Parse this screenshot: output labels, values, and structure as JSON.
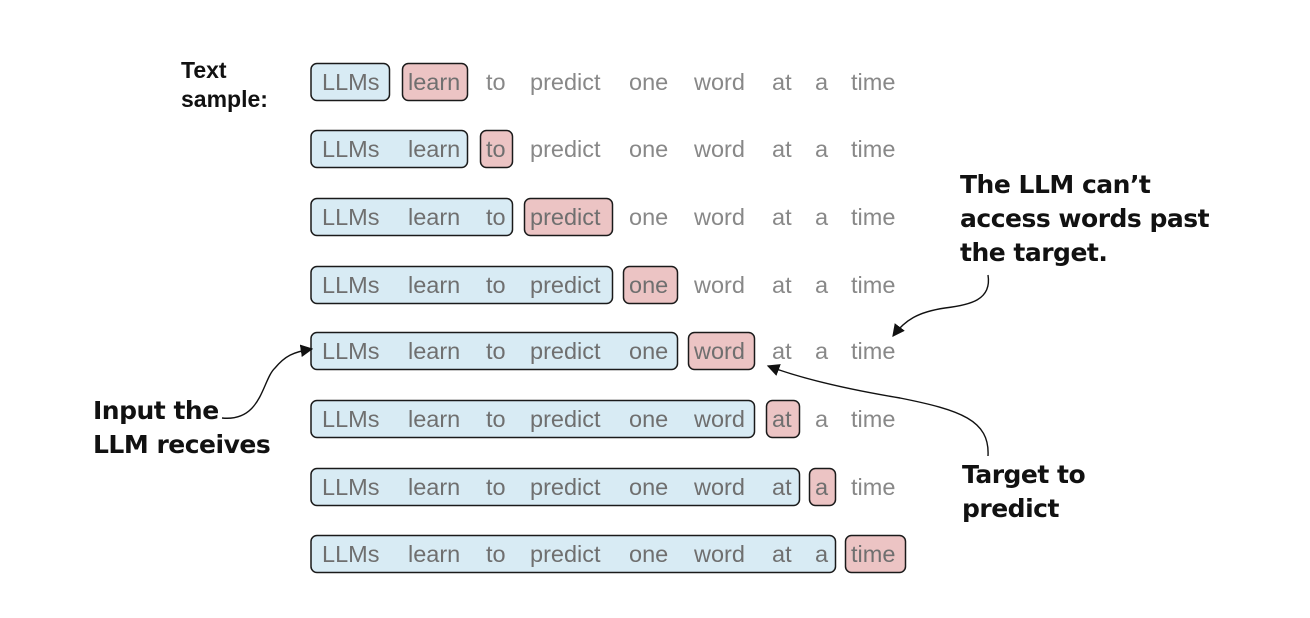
{
  "text_sample_label": [
    "Text",
    "sample:"
  ],
  "tokens": [
    "LLMs",
    "learn",
    "to",
    "predict",
    "one",
    "word",
    "at",
    "a",
    "time"
  ],
  "colors": {
    "input_fill": "#d8ebf4",
    "target_fill": "#ecc4c4",
    "box_stroke": "#1a1a1a",
    "token_text": "#888888"
  },
  "callouts": {
    "input": [
      "Input the",
      "LLM receives"
    ],
    "llm_cant": [
      "The LLM can’t",
      "access words past",
      "the target."
    ],
    "target": [
      "Target to",
      "predict"
    ]
  }
}
